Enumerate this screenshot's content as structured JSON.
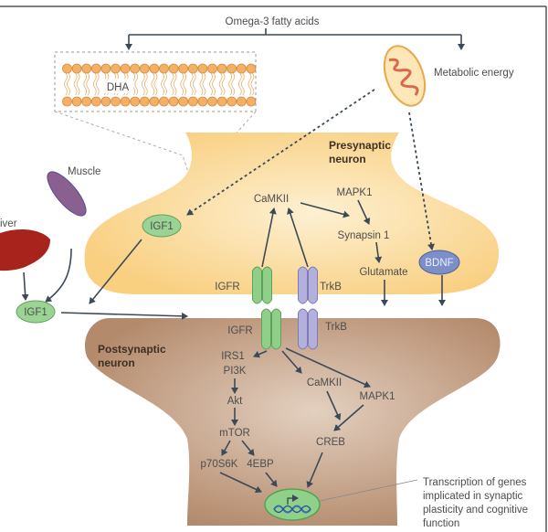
{
  "top": {
    "source": "Omega-3 fatty acids",
    "membrane": "DHA",
    "mito": "Metabolic energy"
  },
  "peripheral": {
    "muscle": "Muscle",
    "liver": "iver",
    "igf1": "IGF1"
  },
  "pre": {
    "title_line1": "Presynaptic",
    "title_line2": "neuron",
    "igf1": "IGF1",
    "camkii": "CaMKII",
    "mapk1": "MAPK1",
    "synapsin": "Synapsin 1",
    "glutamate": "Glutamate",
    "bdnf": "BDNF",
    "igfr": "IGFR",
    "trkb": "TrkB"
  },
  "post": {
    "title_line1": "Postsynaptic",
    "title_line2": "neuron",
    "igfr": "IGFR",
    "trkb": "TrkB",
    "irs1": "IRS1",
    "pi3k": "PI3K",
    "akt": "Akt",
    "mtor": "mTOR",
    "p70s6k": "p70S6K",
    "ebp": "4EBP",
    "camkii": "CaMKII",
    "mapk1": "MAPK1",
    "creb": "CREB"
  },
  "annotation": [
    "Transcription of genes",
    "implicated in synaptic",
    "plasticity and cognitive",
    "function"
  ],
  "colors": {
    "presynaptic": "#fbd48c",
    "postsynaptic": "#b98f72",
    "igf": "#8fcf8a",
    "trkb": "#b4b0dc",
    "bdnf": "#7c8fc8",
    "arrow": "#3c4a58"
  }
}
